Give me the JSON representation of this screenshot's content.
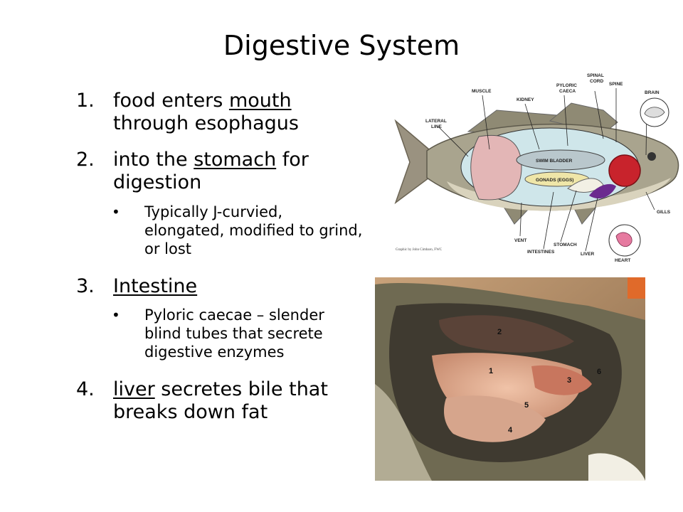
{
  "title": "Digestive System",
  "items": [
    {
      "num": "1.",
      "text_a": "food enters ",
      "text_u": "mouth",
      "text_b": " through esophagus"
    },
    {
      "num": "2.",
      "text_a": "into the ",
      "text_u": "stomach",
      "text_b": " for digestion"
    },
    {
      "num": "3.",
      "text_a": "",
      "text_u": "Intestine",
      "text_b": ""
    },
    {
      "num": "4.",
      "text_a": "",
      "text_u": "liver",
      "text_b": " secretes bile that breaks down fat"
    }
  ],
  "subitems": [
    {
      "bullet": "•",
      "text": "Typically J-curvied, elongated, modified to grind, or lost"
    },
    {
      "bullet": "•",
      "text": "Pyloric caecae – slender blind tubes that secrete digestive enzymes"
    }
  ],
  "diagram_labels": {
    "muscle": "MUSCLE",
    "kidney": "KIDNEY",
    "pyloric": "PYLORIC",
    "caeca": "CAECA",
    "spinal": "SPINAL",
    "cord": "CORD",
    "spine": "SPINE",
    "brain": "BRAIN",
    "lateral": "LATERAL",
    "line": "LINE",
    "swim_bladder": "SWIM BLADDER",
    "gonads": "GONADS (EGGS)",
    "gills": "GILLS",
    "vent": "VENT",
    "intestines": "INTESTINES",
    "stomach": "STOMACH",
    "liver": "LIVER",
    "heart": "HEART",
    "credit": "Graphic by John Cimbaro, FWC"
  },
  "photo_labels": [
    "2",
    "1",
    "3",
    "5",
    "4",
    "6"
  ]
}
